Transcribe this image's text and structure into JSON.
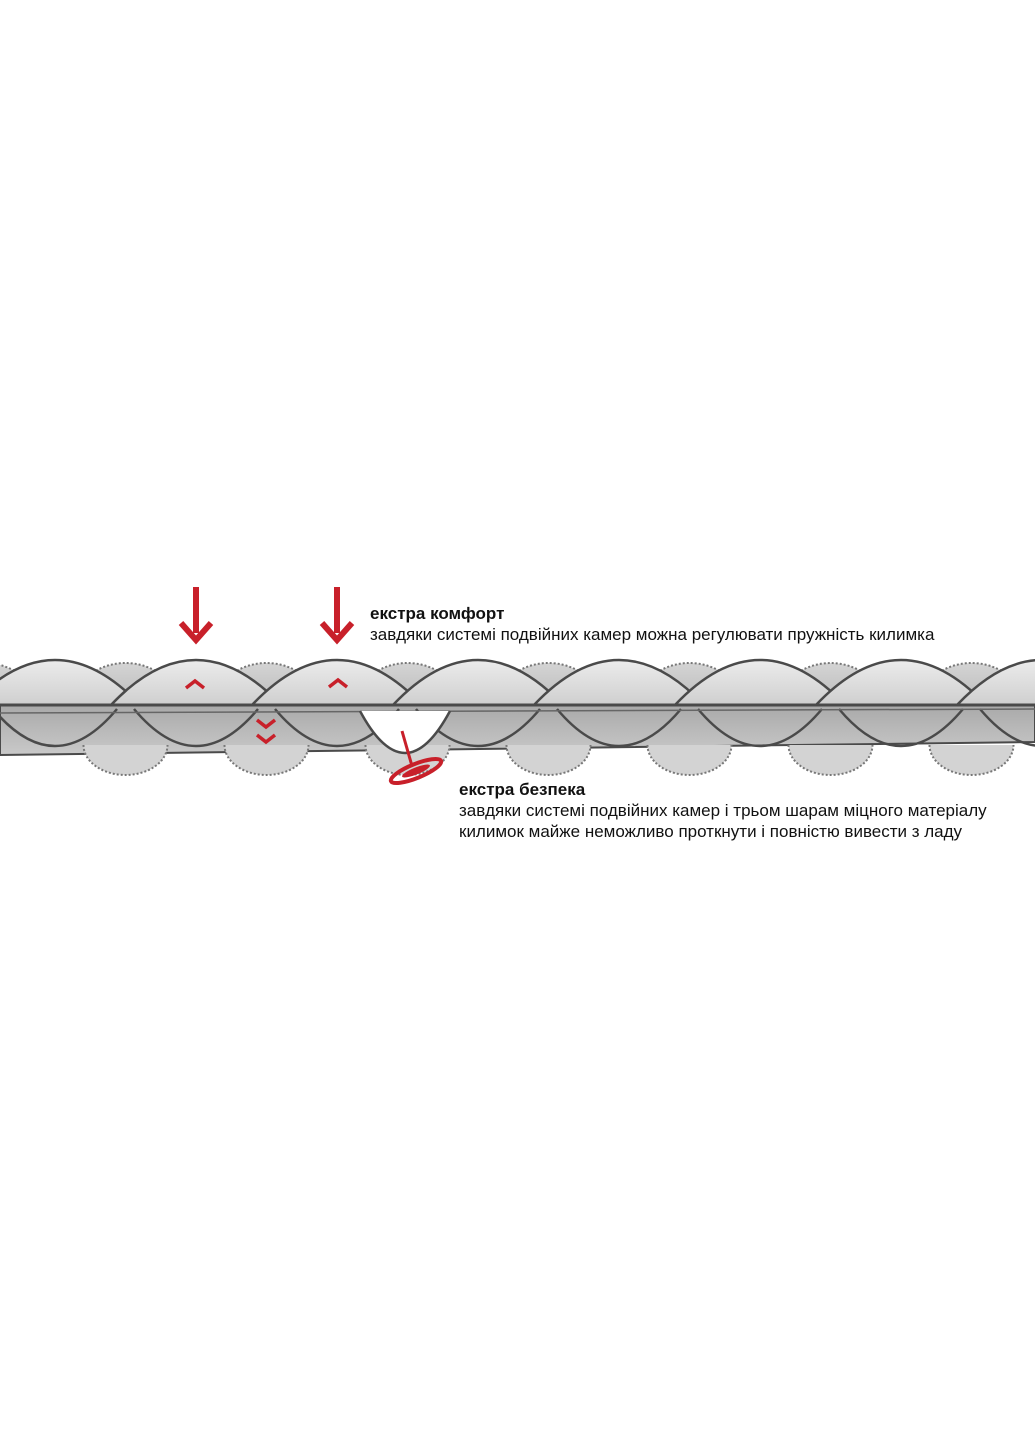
{
  "comfort": {
    "title": "екстра комфорт",
    "description": "завдяки системі подвійних камер можна регулювати пружність килимка"
  },
  "safety": {
    "title": "екстра безпека",
    "description": "завдяки системі подвійних камер і трьом шарам міцного матеріалу килимок майже неможливо проткнути і повністю вивести з ладу"
  },
  "colors": {
    "accent": "#c8202a",
    "chamber_top": "#dcdcdc",
    "chamber_bottom": "#bdbdbd",
    "outline": "#4a4a4a"
  }
}
